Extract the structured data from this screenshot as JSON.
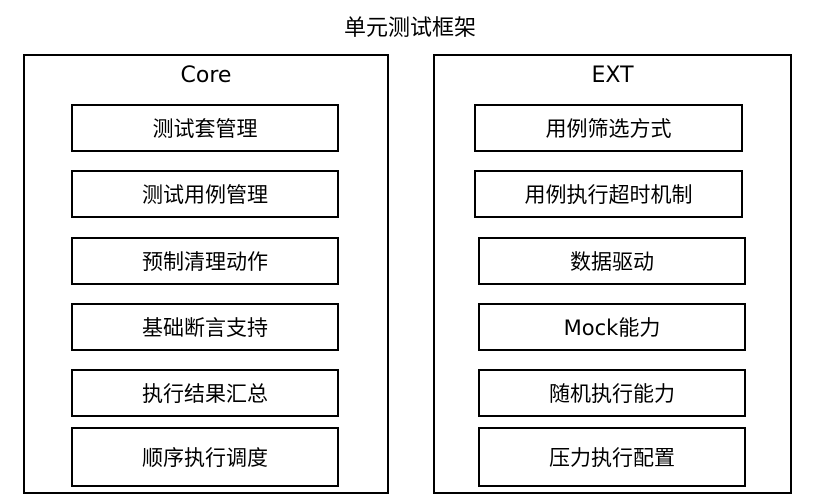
{
  "title": "单元测试框架",
  "core": {
    "label": "Core",
    "items": [
      "测试套管理",
      "测试用例管理",
      "预制清理动作",
      "基础断言支持",
      "执行结果汇总",
      "顺序执行调度"
    ]
  },
  "ext": {
    "label": "EXT",
    "items": [
      "用例筛选方式",
      "用例执行超时机制",
      "数据驱动",
      "Mock能力",
      "随机执行能力",
      "压力执行配置"
    ]
  }
}
